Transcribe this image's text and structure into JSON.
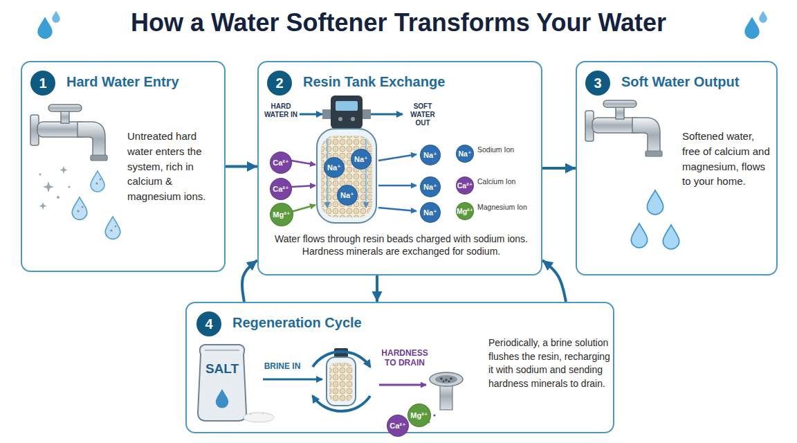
{
  "diagram": {
    "title": "How a Water Softener Transforms Your Water",
    "nodes": [
      {
        "text": [
          "Hard Water Entry",
          "Untreated hard water enters the system, rich in calcium & magnesium ions."
        ]
      },
      {
        "text": [
          "1"
        ],
        "in": 0
      },
      {
        "text": [
          "Resin Tank Exchange",
          "Water flows through resin beads charged with sodium ions. Hardness minerals are exchanged for sodium."
        ]
      },
      {
        "text": [
          "2"
        ],
        "in": 2
      },
      {
        "text": [
          "Ca²⁺"
        ],
        "in": 2
      },
      {
        "text": [
          "Ca²⁺"
        ],
        "in": 2
      },
      {
        "text": [
          "Mg²⁺"
        ],
        "in": 2
      },
      {
        "text": [
          "Na⁺"
        ],
        "in": 2
      },
      {
        "text": [
          "Na⁺"
        ],
        "in": 2
      },
      {
        "text": [
          "Na⁺"
        ],
        "in": 2
      },
      {
        "text": [
          "Na⁺"
        ],
        "in": 2
      },
      {
        "text": [
          "Na⁺"
        ],
        "in": 2
      },
      {
        "text": [
          "Na⁺"
        ],
        "in": 2
      },
      {
        "text": [
          "Soft Water Output",
          "Softened water, free of calcium and magnesium, flows to your home."
        ]
      },
      {
        "text": [
          "3"
        ],
        "in": 13
      },
      {
        "text": [
          "Regeneration Cycle",
          "Periodically, a brine solution flushes the resin, recharging it with sodium and sending hardness minerals to drain."
        ]
      },
      {
        "text": [
          "4"
        ],
        "in": 15
      },
      {
        "text": [
          "Ca²⁺"
        ],
        "in": 15
      },
      {
        "text": [
          "Mg²⁺"
        ],
        "in": 15
      }
    ],
    "edges": [
      {
        "from": 0,
        "to": 2,
        "arrow": "to"
      },
      {
        "from": 2,
        "to": 13,
        "arrow": "to"
      },
      {
        "from": 2,
        "to": 15,
        "arrow": "to"
      },
      {
        "from": 15,
        "to": 2,
        "arrow": "to"
      },
      {
        "from": 15,
        "to": 2,
        "arrow": "to"
      }
    ],
    "labels": [
      "HARD WATER IN",
      "SOFT WATER OUT",
      "Na⁺",
      "Ca²⁺",
      "Mg²⁺",
      "SALT",
      "BRINE IN",
      "HARDNESS TO DRAIN"
    ],
    "legend": [
      {
        "text": "Sodium Ion",
        "color": "#2d6fb3"
      },
      {
        "text": "Calcium Ion",
        "color": "#7a43a3"
      },
      {
        "text": "Magnesium Ion",
        "color": "#5b9b3c"
      }
    ]
  }
}
